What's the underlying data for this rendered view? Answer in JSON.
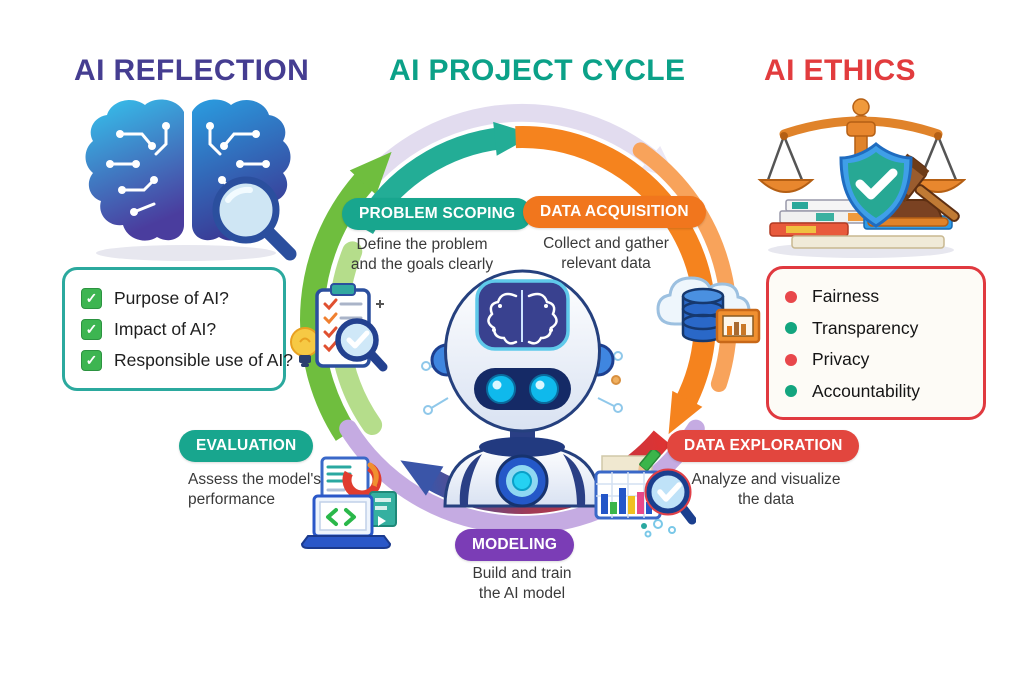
{
  "titles": {
    "reflection": "AI REFLECTION",
    "cycle": "AI PROJECT CYCLE",
    "ethics": "AI ETHICS"
  },
  "reflection_checklist": {
    "items": [
      {
        "label": "Purpose of AI?",
        "icon": "checkbox-checked-icon"
      },
      {
        "label": "Impact of AI?",
        "icon": "checkbox-checked-icon"
      },
      {
        "label": "Responsible use of AI?",
        "icon": "checkbox-checked-icon"
      }
    ],
    "check_glyph": "✓"
  },
  "ethics": {
    "items": [
      {
        "label": "Fairness",
        "bullet_color": "#e8474b"
      },
      {
        "label": "Transparency",
        "bullet_color": "#13a57f"
      },
      {
        "label": "Privacy",
        "bullet_color": "#e8474b"
      },
      {
        "label": "Accountability",
        "bullet_color": "#13a57f"
      }
    ]
  },
  "cycle": {
    "direction": "clockwise",
    "stages": [
      {
        "id": "problem-scoping",
        "label": "PROBLEM SCOPING",
        "color": "#18a68e",
        "desc1": "Define the problem",
        "desc2": "and the goals clearly",
        "icon": "clipboard-magnifier-lightbulb-icon"
      },
      {
        "id": "data-acquisition",
        "label": "DATA ACQUISITION",
        "color": "#f1761d",
        "desc1": "Collect and gather",
        "desc2": "relevant data",
        "icon": "cloud-database-icon"
      },
      {
        "id": "data-exploration",
        "label": "DATA EXPLORATION",
        "color": "#e2463e",
        "desc1": "Analyze and visualize",
        "desc2": "the data",
        "icon": "bar-chart-magnifier-icon"
      },
      {
        "id": "modeling",
        "label": "MODELING",
        "color": "#7b3db6",
        "desc1": "Build and train",
        "desc2": "the AI model",
        "icon": "robot-icon"
      },
      {
        "id": "evaluation",
        "label": "EVALUATION",
        "color": "#18a68e",
        "desc1": "Assess the model's",
        "desc2": "performance",
        "icon": "laptop-report-icon"
      }
    ],
    "ring_colors": {
      "green": "#6fbe3e",
      "teal": "#23ad96",
      "orange": "#f5831e",
      "red": "#dd3333",
      "blue_arrowhead": "#3a55a8",
      "lavender": "#e2dcef",
      "light_purple": "#c5abe2",
      "light_green": "#b5dd8b"
    }
  },
  "colors": {
    "reflection_title": "#453d91",
    "cycle_title": "#0ba188",
    "ethics_title": "#e23c3e",
    "checklist_border": "#2ba99e",
    "checklist_check_green": "#3db551",
    "ethics_border": "#e0393f"
  },
  "icons": {
    "left_illustration": "circuit-brain-magnifier-icon",
    "right_illustration": "scales-shield-gavel-books-icon",
    "center_illustration": "robot-icon"
  }
}
